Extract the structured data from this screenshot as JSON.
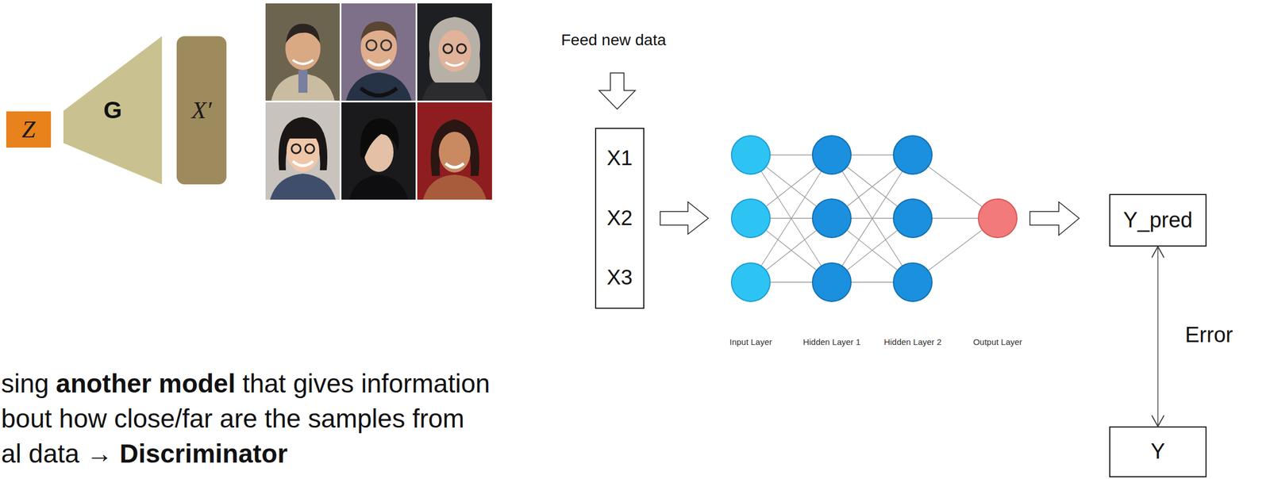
{
  "diagram": {
    "nodes": [
      {
        "text": [
          "Z"
        ]
      },
      {
        "text": [
          "G"
        ]
      },
      {
        "text": [
          "X′"
        ]
      },
      {
        "text": [
          "X1",
          "X2",
          "X3"
        ]
      },
      {
        "text": [
          "Y_pred"
        ]
      },
      {
        "text": [
          "Y"
        ]
      }
    ],
    "edges": [
      {
        "from": 4,
        "to": 5,
        "arrow": "both",
        "label": "Error"
      }
    ],
    "labels": [
      "Feed new data",
      "Input Layer",
      "Hidden Layer 1",
      "Hidden Layer 2",
      "Output Layer",
      "sing",
      "another model",
      "that gives information",
      "bout how close/far are the samples from",
      "al data →",
      "Discriminator"
    ]
  }
}
